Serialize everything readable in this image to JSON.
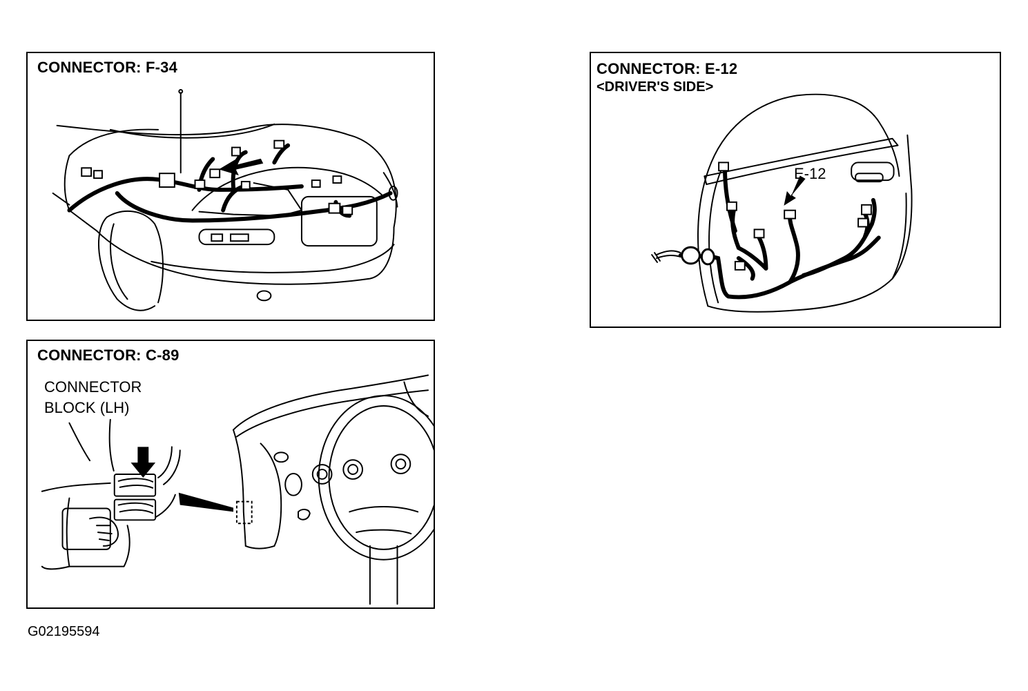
{
  "panels": {
    "f34": {
      "title": "CONNECTOR: F-34"
    },
    "e12": {
      "title": "CONNECTOR: E-12",
      "subtitle": "<DRIVER'S SIDE>",
      "callout": "E-12"
    },
    "c89": {
      "title": "CONNECTOR: C-89",
      "callout_line1": "CONNECTOR",
      "callout_line2": "BLOCK (LH)"
    }
  },
  "figure_id": "G02195594",
  "colors": {
    "line": "#000000",
    "background": "#ffffff"
  }
}
